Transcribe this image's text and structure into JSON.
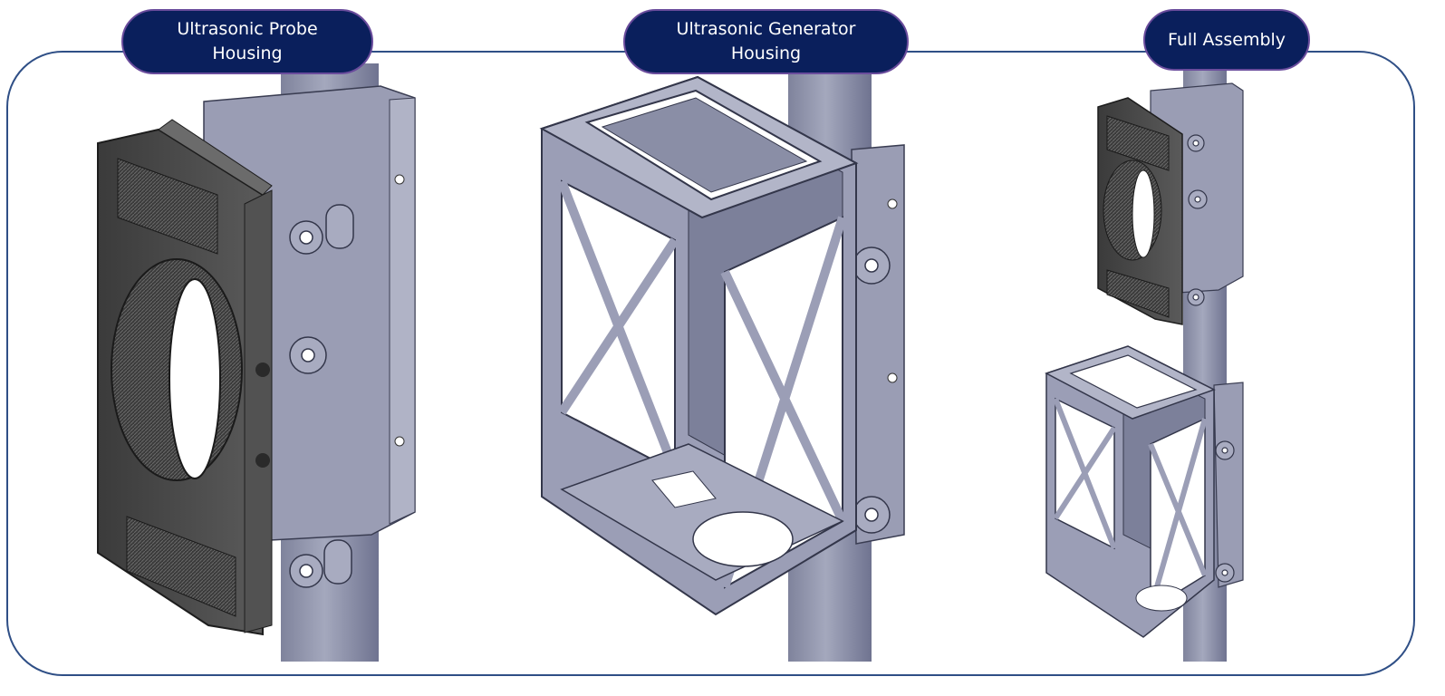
{
  "labels": {
    "probe_line1": "Ultrasonic Probe",
    "probe_line2": "Housing",
    "generator_line1": "Ultrasonic Generator",
    "generator_line2": "Housing",
    "assembly": "Full Assembly"
  },
  "colors": {
    "frame": "#2f4f86",
    "pill_fill": "#0a1f5c",
    "pill_border": "#6a4c9c",
    "pill_text": "#ffffff",
    "pole": "#8a8ea6",
    "part_light": "#9598b0",
    "part_dark": "#4a4a4a"
  },
  "icons": {
    "probe_housing_render": "cad-probe-housing",
    "generator_housing_render": "cad-generator-housing",
    "full_assembly_render": "cad-full-assembly"
  }
}
